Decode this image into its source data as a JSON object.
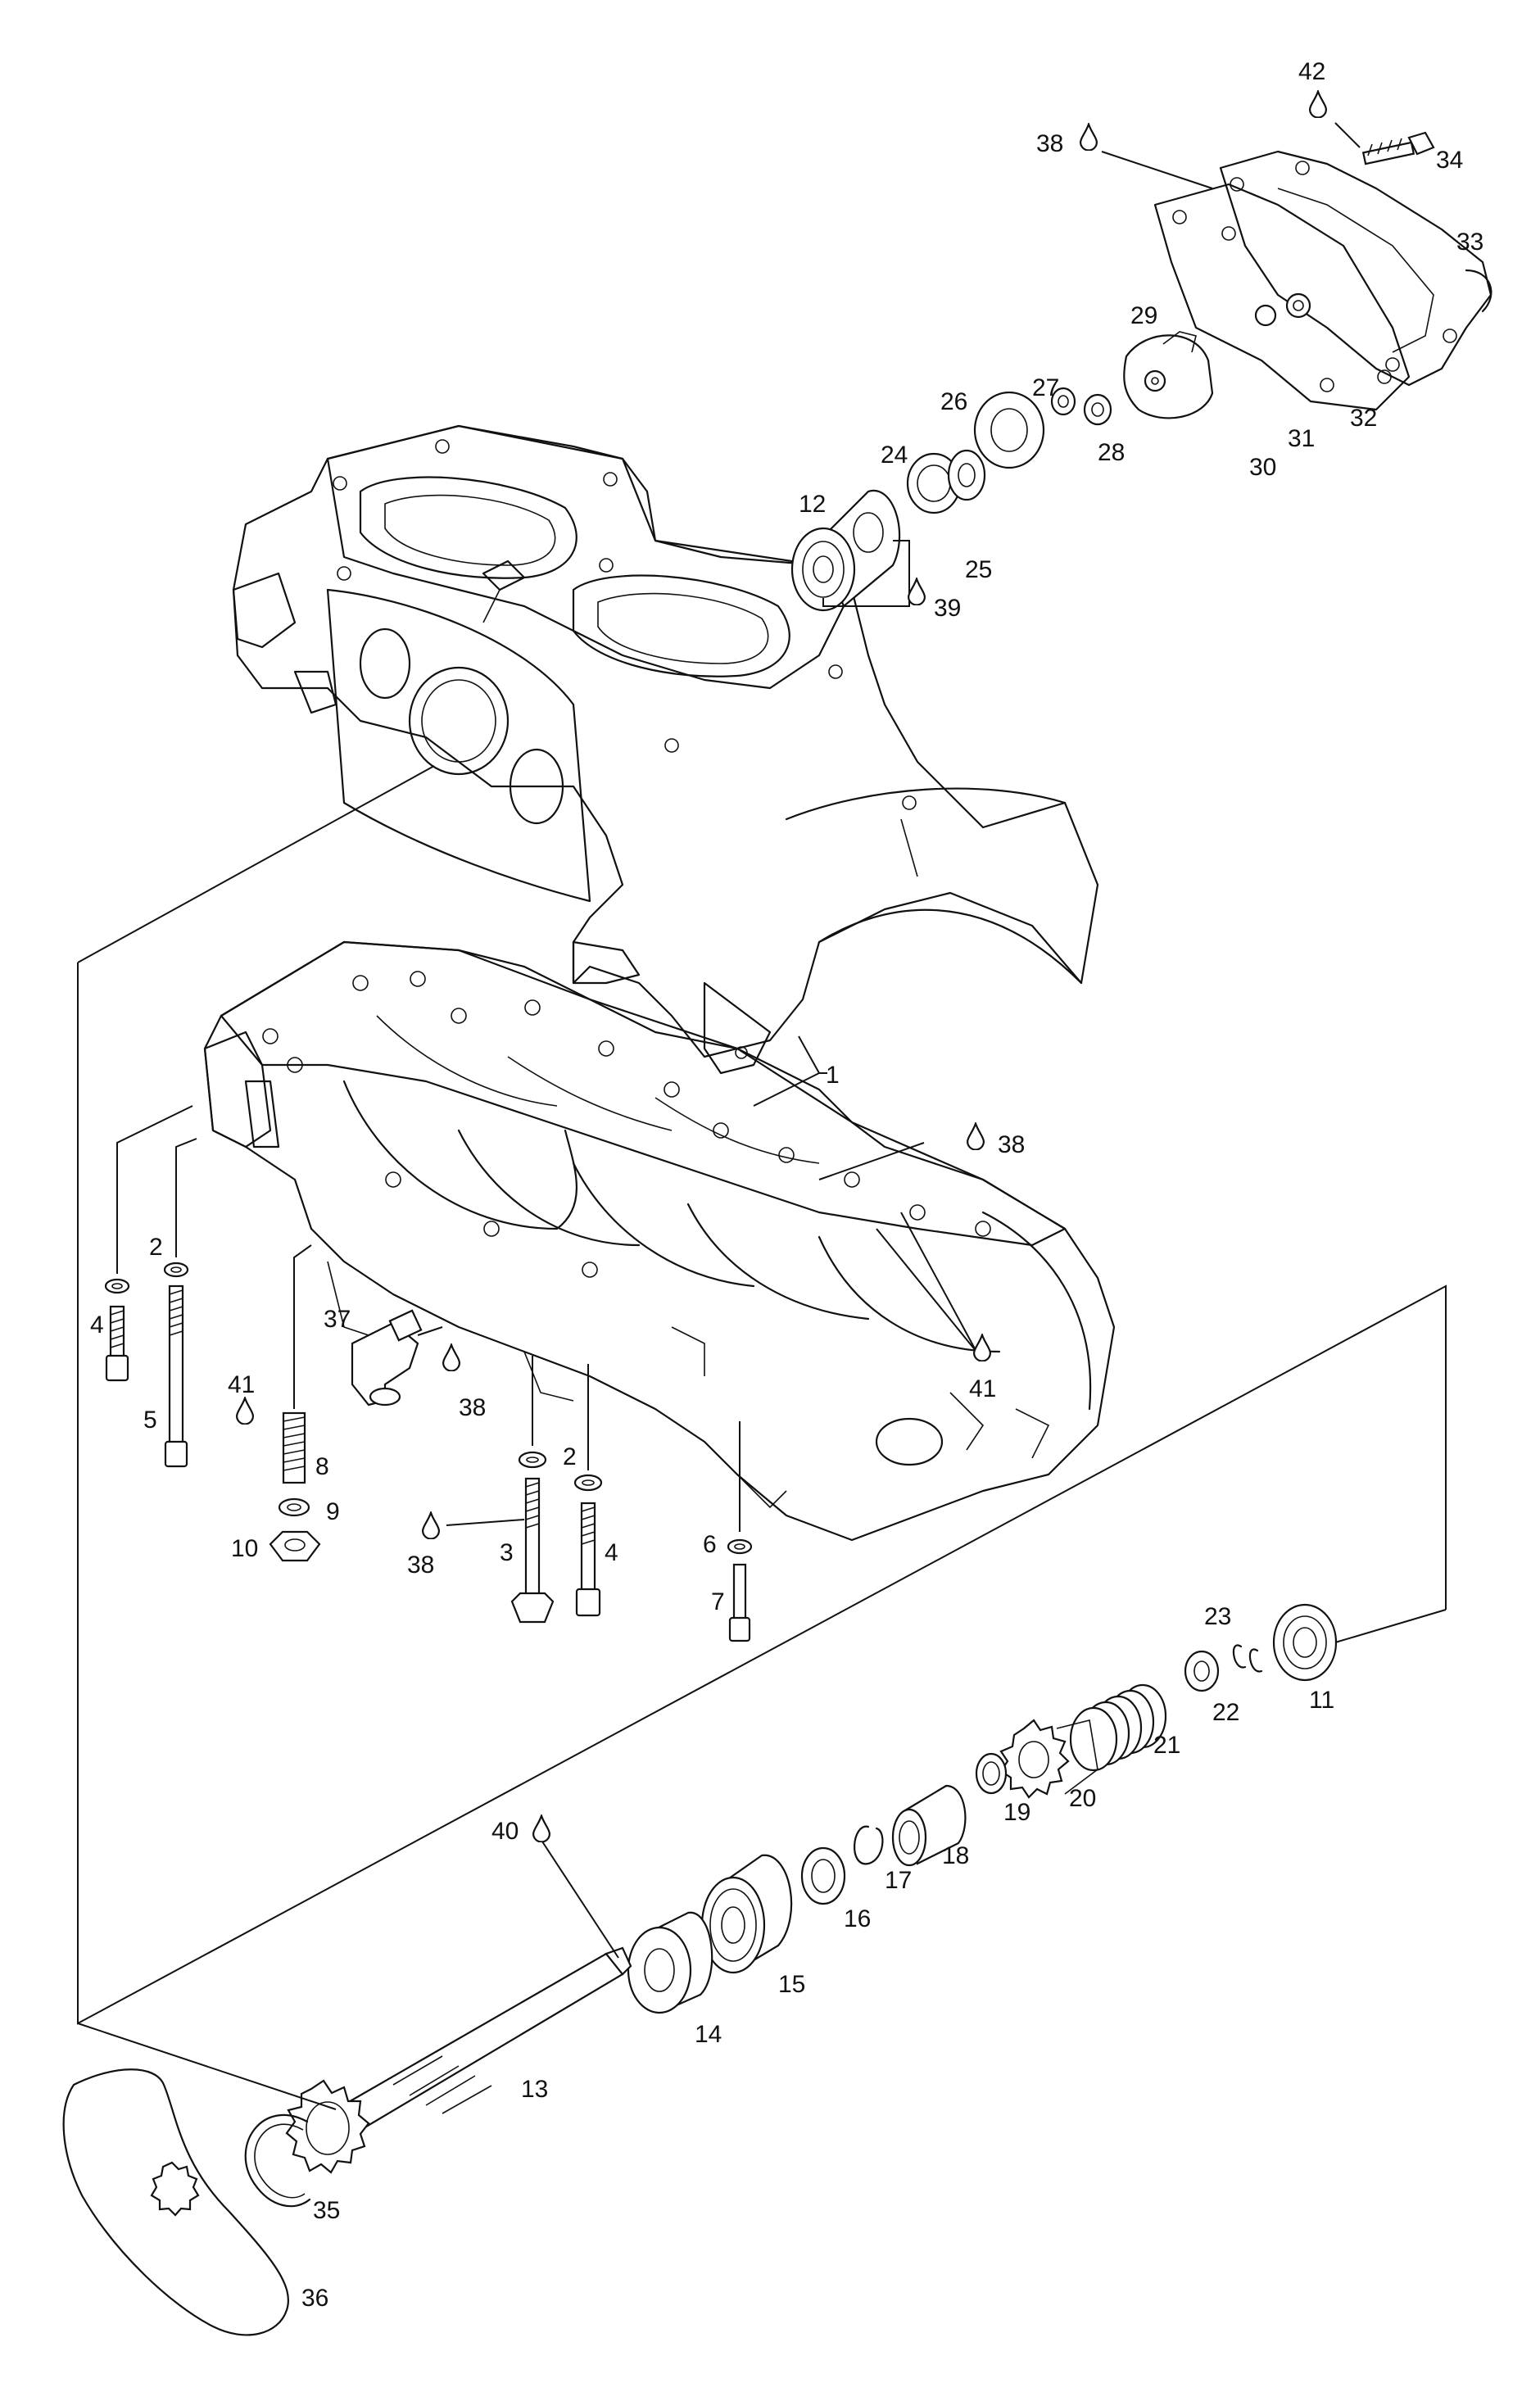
{
  "callouts": [
    {
      "id": "c1",
      "text": "1"
    },
    {
      "id": "c2a",
      "text": "2"
    },
    {
      "id": "c2b",
      "text": "2"
    },
    {
      "id": "c3",
      "text": "3"
    },
    {
      "id": "c4a",
      "text": "4"
    },
    {
      "id": "c4b",
      "text": "4"
    },
    {
      "id": "c5",
      "text": "5"
    },
    {
      "id": "c6",
      "text": "6"
    },
    {
      "id": "c7",
      "text": "7"
    },
    {
      "id": "c8",
      "text": "8"
    },
    {
      "id": "c9",
      "text": "9"
    },
    {
      "id": "c10",
      "text": "10"
    },
    {
      "id": "c11",
      "text": "11"
    },
    {
      "id": "c12",
      "text": "12"
    },
    {
      "id": "c13",
      "text": "13"
    },
    {
      "id": "c14",
      "text": "14"
    },
    {
      "id": "c15",
      "text": "15"
    },
    {
      "id": "c16",
      "text": "16"
    },
    {
      "id": "c17",
      "text": "17"
    },
    {
      "id": "c18",
      "text": "18"
    },
    {
      "id": "c19",
      "text": "19"
    },
    {
      "id": "c20",
      "text": "20"
    },
    {
      "id": "c21",
      "text": "21"
    },
    {
      "id": "c22",
      "text": "22"
    },
    {
      "id": "c23",
      "text": "23"
    },
    {
      "id": "c24",
      "text": "24"
    },
    {
      "id": "c25",
      "text": "25"
    },
    {
      "id": "c26",
      "text": "26"
    },
    {
      "id": "c27",
      "text": "27"
    },
    {
      "id": "c28",
      "text": "28"
    },
    {
      "id": "c29",
      "text": "29"
    },
    {
      "id": "c30",
      "text": "30"
    },
    {
      "id": "c31",
      "text": "31"
    },
    {
      "id": "c32",
      "text": "32"
    },
    {
      "id": "c33",
      "text": "33"
    },
    {
      "id": "c34",
      "text": "34"
    },
    {
      "id": "c35",
      "text": "35"
    },
    {
      "id": "c36",
      "text": "36"
    },
    {
      "id": "c37",
      "text": "37"
    },
    {
      "id": "c38a",
      "text": "38"
    },
    {
      "id": "c38b",
      "text": "38"
    },
    {
      "id": "c38c",
      "text": "38"
    },
    {
      "id": "c38d",
      "text": "38"
    },
    {
      "id": "c39",
      "text": "39"
    },
    {
      "id": "c40",
      "text": "40"
    },
    {
      "id": "c41a",
      "text": "41"
    },
    {
      "id": "c41b",
      "text": "41"
    },
    {
      "id": "c42",
      "text": "42"
    }
  ],
  "colors": {
    "line": "#111111",
    "background": "#ffffff"
  }
}
